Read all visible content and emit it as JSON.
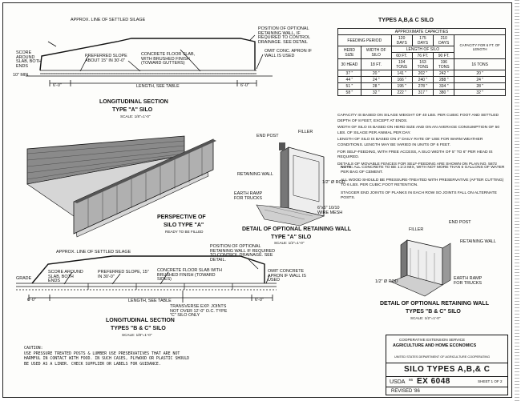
{
  "title_block": {
    "agency_line1": "COOPERATIVE EXTENSION SERVICE",
    "agency_line2": "AGRICULTURE AND HOME ECONOMICS",
    "agency_line3": "UNITED STATES DEPARTMENT OF AGRICULTURE COOPERATING",
    "drawing_title": "SILO TYPES A,B,& C",
    "usda": "USDA",
    "plan_prefix": "66",
    "plan_no": "EX 6048",
    "sheet": "SHEET 1 OF 2",
    "revised": "REVISED '86"
  },
  "capacity_table": {
    "heading": "TYPES A,B,& C SILO",
    "subheading": "APPROXIMATE CAPACITIES",
    "feeding_period": "FEEDING PERIOD",
    "periods": [
      "120 DAYS",
      "175 DAYS",
      "210 DAYS"
    ],
    "capacity_for": "CAPACITY FOR 6 FT. OF LENGTH",
    "col_herd": "HERD SIZE",
    "col_width": "WIDTH OF SILO",
    "col_length": "LENGTH OF SILO",
    "sub_lengths": [
      "60 FT.",
      "76 FT.",
      "90 FT."
    ],
    "row_head": [
      "30 HEAD",
      "18 FT.",
      "104 TONS",
      "163 TONS",
      "196 TONS",
      "16 TONS"
    ],
    "rows": [
      [
        "37 \"",
        "20 \"",
        "141 \"",
        "202 \"",
        "242 \"",
        "20 \""
      ],
      [
        "44 \"",
        "24 \"",
        "166 \"",
        "240 \"",
        "288 \"",
        "24 \""
      ],
      [
        "51 \"",
        "28 \"",
        "195 \"",
        "278 \"",
        "334 \"",
        "28 \""
      ],
      [
        "58 \"",
        "32 \"",
        "222 \"",
        "317 \"",
        "380 \"",
        "32 \""
      ]
    ]
  },
  "capacity_notes": [
    "CAPACITY IS BASED ON SILAGE WEIGHT OF 40 LBS. PER CUBIC FOOT AND SETTLED DEPTH OF 8 FEET, EXCEPT AT ENDS.",
    "WIDTH OF SILO IS BASED ON HERD SIZE AND ON AN AVERAGE CONSUMPTION OF 50 LBS. OF SILAGE PER ANIMAL PER DAY.",
    "LENGTH OF SILO IS BASED ON 4\" DAILY RATE OF USE FOR WARM WEATHER CONDITIONS. LENGTH MAY BE VARIED IN UNITS OF 6 FEET.",
    "FOR SELF-FEEDING, WITH FREE ACCESS, A SILO WIDTH OF 5\" TO 6\" PER HEAD IS REQUIRED.",
    "DETAILS OF MOVABLE FENCES FOR SELF-FEEDING ARE SHOWN ON PLAN NO. 5872"
  ],
  "general_notes": {
    "label": "NOTE:",
    "items": [
      "ALL CONCRETE TO BE 1:2:3 MIX, WITH NOT MORE THAN 6 GALLONS OF WATER PER BAG OF CEMENT.",
      "ALL WOOD SHOULD BE PRESSURE-TREATED WITH PRESERVATIVE (AFTER CUTTING) TO 6 LBS. PER CUBIC FOOT RETENTION.",
      "STAGGER END JOINTS OF PLANKS IN EACH ROW SO JOINTS FALL ON ALTERNATE POSTS."
    ]
  },
  "caution": {
    "label": "CAUTION:",
    "text": "USE PRESSURE TREATED POSTS & LUMBER USE PRESERVATIVES THAT ARE NOT HARMFUL IN CONTACT WITH FOOD. IN SUCH CASES, PLYWOOD OR PLASTIC SHOULD BE USED AS A LINER. CHECK SUPPLIER OR LABELS FOR GUIDANCE."
  },
  "section_a": {
    "title": "LONGITUDINAL SECTION",
    "subtitle": "TYPE \"A\" SILO",
    "scale": "SCALE: 1/8\"=1'-0\"",
    "label_settled": "APPROX. LINE OF SETTLED SILAGE",
    "label_score": "SCORE AROUND SLAB, BOTH ENDS",
    "label_slope": "PREFERRED SLOPE ABOUT 15\" IN 30'-0\"",
    "label_slab": "CONCRETE FLOOR SLAB, WITH BRUSHED FINISH (TOWARD GUTTERS)",
    "label_wall": "POSITION OF OPTIONAL RETAINING WALL, IF REQUIRED TO CONTROL DRAINAGE. SEE DETAIL",
    "label_omit": "OMIT CONC. APRON IF WALL IS USED",
    "label_min": "10\" MIN.",
    "label_6ft": "6'-0\"",
    "label_length": "LENGTH, SEE TABLE"
  },
  "perspective": {
    "title": "PERSPECTIVE OF",
    "subtitle": "SILO TYPE \"A\"",
    "note": "READY TO BE FILLED"
  },
  "detail_a": {
    "title": "DETAIL OF OPTIONAL RETAINING WALL",
    "subtitle": "TYPE \"A\" SILO",
    "scale": "SCALE: 1/2\"=1'-0\"",
    "label_end_post": "END POST",
    "label_filler": "FILLER",
    "label_retaining": "RETAINING WALL",
    "label_rod": "1/2\" Ø ROD",
    "label_ramp": "EARTH RAMP FOR TRUCKS",
    "label_mesh": "6\"x6\" 10/10 WIRE MESH"
  },
  "section_bc": {
    "title": "LONGITUDINAL SECTION",
    "subtitle": "TYPES \"B & C\" SILO",
    "scale": "SCALE: 1/8\"=1'-0\"",
    "label_settled": "APPROX. LINE OF SETTLED SILAGE",
    "label_wall": "POSITION OF OPTIONAL RETAINING WALL IF REQUIRED TO CONTROL DRAINAGE. SEE DETAIL.",
    "label_grade": "GRADE",
    "label_score": "SCORE AROUND SLAB, BOTH ENDS",
    "label_slope": "PREFERRED SLOPE, 15\" IN 30'-0\"",
    "label_slab": "CONCRETE FLOOR SLAB WITH BRUSHED FINISH (TOWARD SIDES)",
    "label_omit": "OMIT CONCRETE APRON IF WALL IS USED",
    "label_joints": "TRANSVERSE EXP. JOINTS NOT OVER 12'-0\" O.C. TYPE \"C\" SILO ONLY",
    "label_6ft": "6'-0\"",
    "label_length": "LENGTH, SEE TABLE"
  },
  "detail_bc": {
    "title": "DETAIL OF OPTIONAL RETAINING WALL",
    "subtitle": "TYPES \"B & C\" SILO",
    "scale": "SCALE: 1/2\"=1'-0\"",
    "label_filler": "FILLER",
    "label_end_post": "END POST",
    "label_retaining": "RETAINING WALL",
    "label_rod": "1/2\" Ø ROD",
    "label_ramp": "EARTH RAMP FOR TRUCKS"
  }
}
